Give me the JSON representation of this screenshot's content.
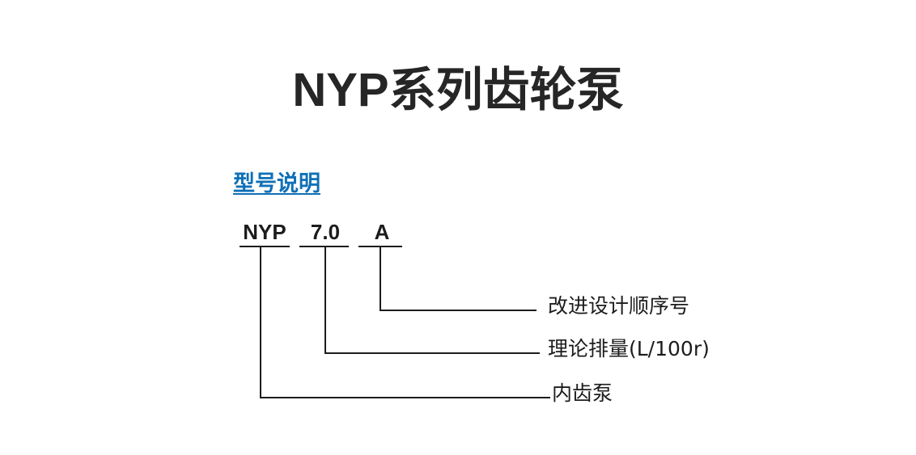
{
  "page": {
    "background": "#ffffff",
    "title": "NYP系列齿轮泵",
    "title_color": "#262626"
  },
  "section": {
    "heading": "型号说明",
    "heading_color": "#0f70b7"
  },
  "model_code": {
    "tokens": [
      {
        "name": "prefix",
        "text": "NYP"
      },
      {
        "name": "displacement",
        "text": "7.0"
      },
      {
        "name": "suffix",
        "text": "A"
      }
    ]
  },
  "callouts": [
    {
      "token": "A",
      "label": "改进设计顺序号"
    },
    {
      "token": "7.0",
      "label": "理论排量(L/100r)"
    },
    {
      "token": "NYP",
      "label": "内齿泵"
    }
  ],
  "line_color": "#1c1c1c"
}
